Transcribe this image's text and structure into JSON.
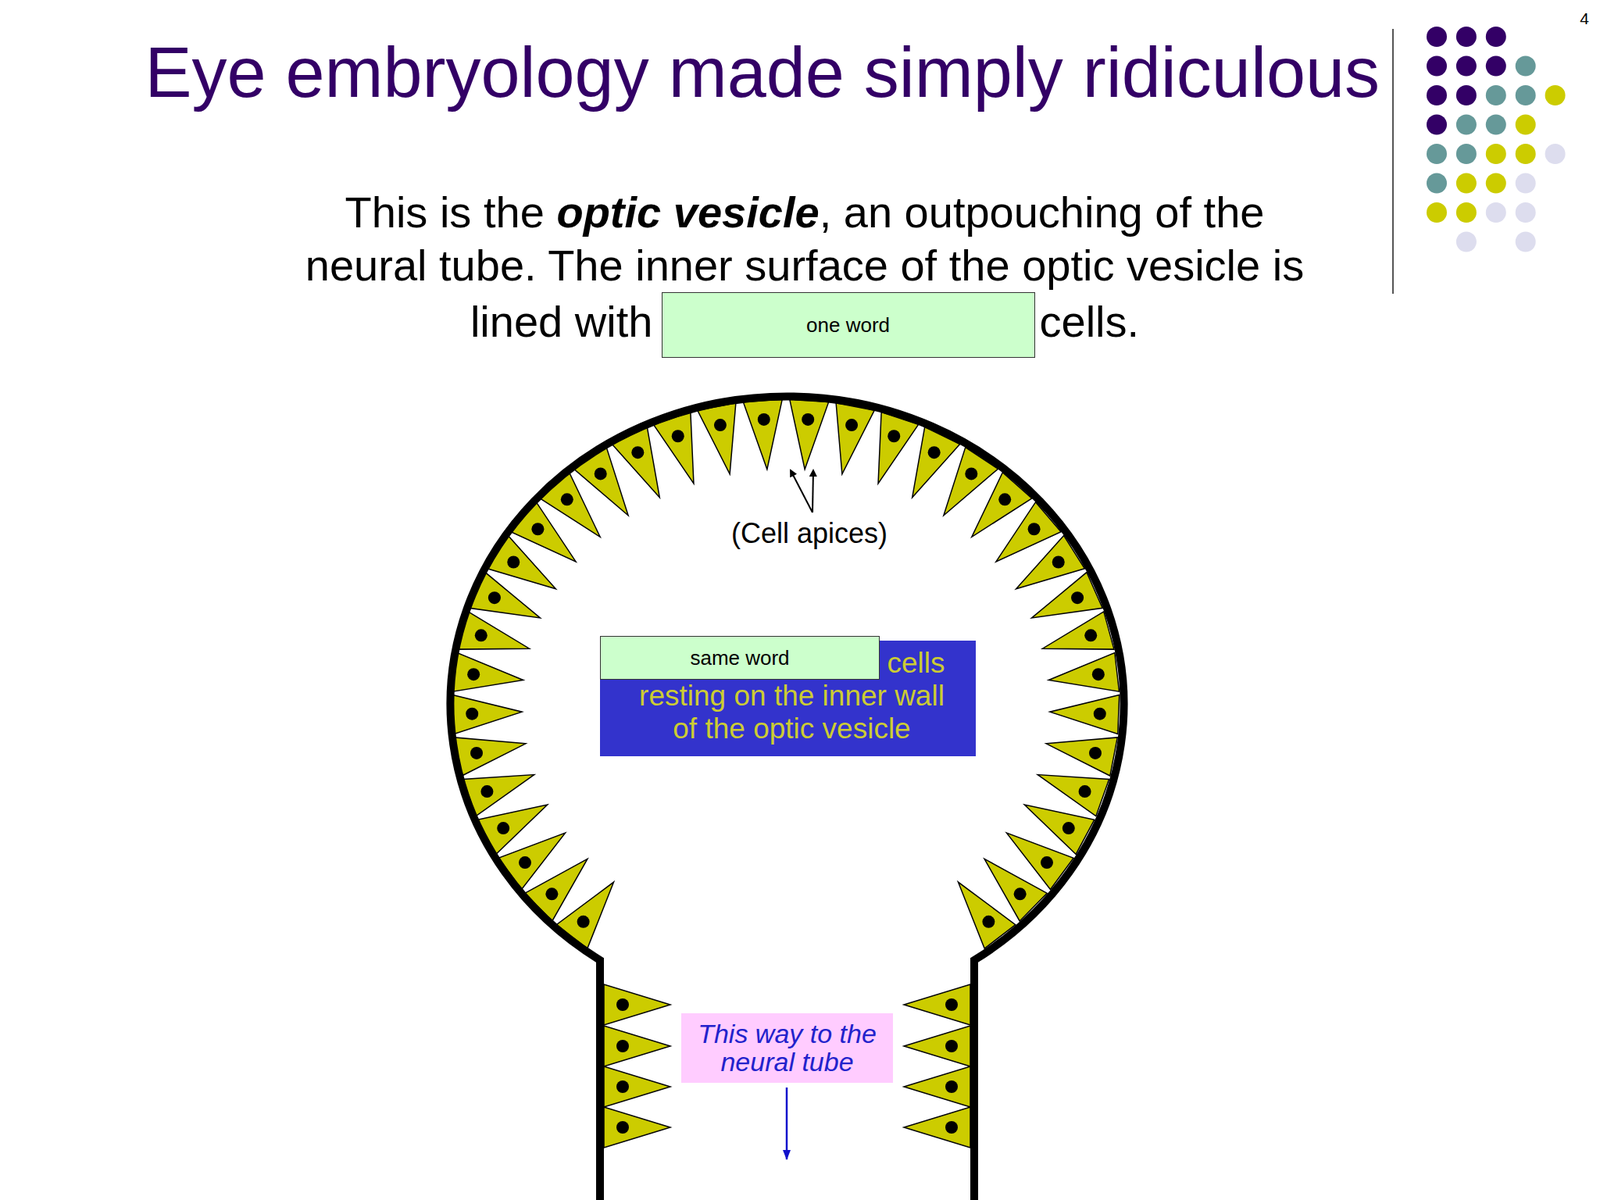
{
  "diagram": {
    "title": "Eye embryology made simply ridiculous",
    "nodes": [
      {
        "text": [
          "one word"
        ]
      },
      {
        "text": [
          "cells resting on the inner wall of the optic vesicle"
        ]
      },
      {
        "text": [
          "same word"
        ],
        "in": 1
      },
      {
        "text": [
          "This way to the neural tube"
        ]
      }
    ],
    "labels": [
      "4",
      "This is the",
      "optic vesicle",
      ", an outpouching of the neural tube. The inner surface of the optic vesicle is lined with",
      "cells.",
      "(Cell apices)"
    ]
  }
}
